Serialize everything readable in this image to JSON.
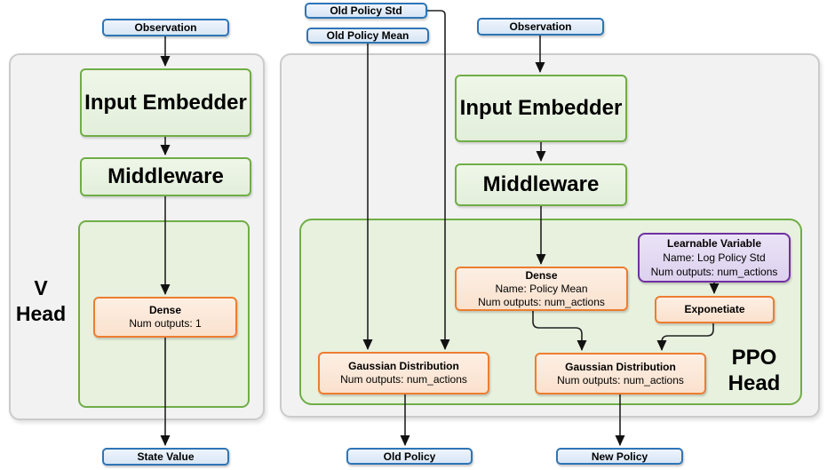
{
  "colors": {
    "blue_border": "#2E75B6",
    "blue_fill": "#DEEBF7",
    "green_border": "#70AD47",
    "green_fill": "#E2EFDA",
    "orange_border": "#ED7D31",
    "orange_fill": "#FBE5D6",
    "purple_border": "#7030A0",
    "purple_fill": "#E2D9F3",
    "panel_fill": "#F2F2F2",
    "arrow_color": "#1A1A1A"
  },
  "v_head": {
    "panel_label_1": "V",
    "panel_label_2": "Head",
    "observation": "Observation",
    "input_embedder": "Input Embedder",
    "middleware": "Middleware",
    "dense_title": "Dense",
    "dense_outputs": "Num outputs: 1",
    "output": "State Value"
  },
  "ppo_head": {
    "panel_label_1": "PPO",
    "panel_label_2": "Head",
    "old_policy_std": "Old Policy Std",
    "old_policy_mean": "Old Policy Mean",
    "observation": "Observation",
    "input_embedder": "Input Embedder",
    "middleware": "Middleware",
    "dense_title": "Dense",
    "dense_name": "Name: Policy Mean",
    "dense_outputs": "Num outputs: num_actions",
    "learnable_title": "Learnable Variable",
    "learnable_name": "Name: Log Policy Std",
    "learnable_outputs": "Num outputs: num_actions",
    "exponetiate": "Exponetiate",
    "gaussian_old_title": "Gaussian Distribution",
    "gaussian_old_outputs": "Num outputs: num_actions",
    "gaussian_new_title": "Gaussian Distribution",
    "gaussian_new_outputs": "Num outputs: num_actions",
    "old_policy": "Old Policy",
    "new_policy": "New Policy"
  }
}
